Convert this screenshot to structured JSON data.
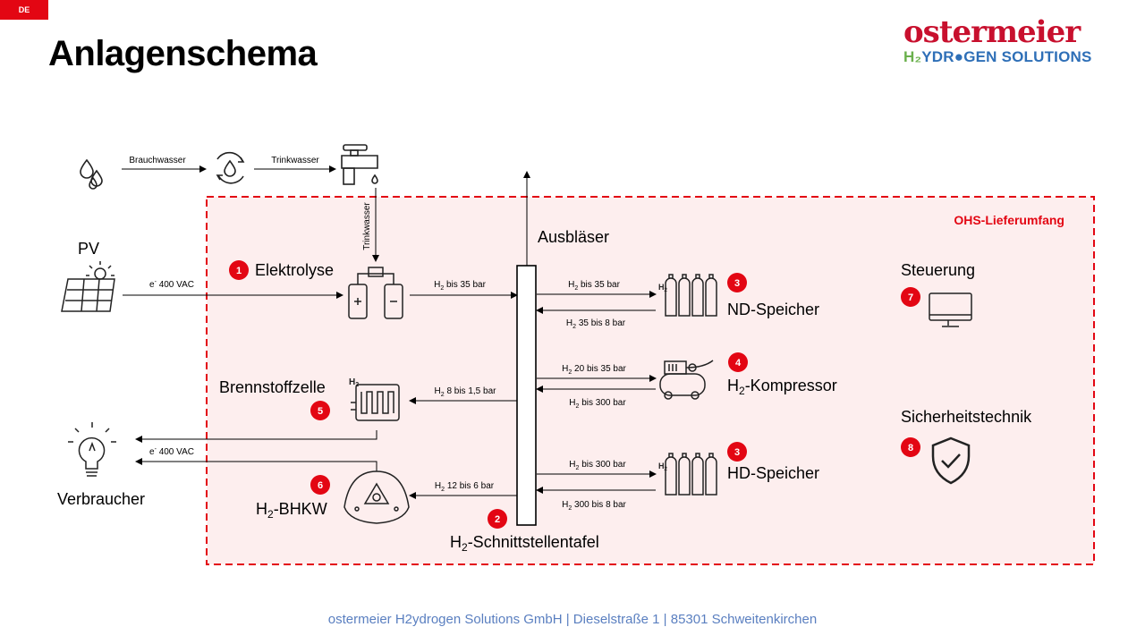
{
  "lang_badge": "DE",
  "title": "Anlagenschema",
  "logo": {
    "word": "ostermeier",
    "sub_h2": "H₂",
    "sub_rest": "YDR",
    "sub_tail": "GEN SOLUTIONS"
  },
  "scope_label": "OHS-Lieferumfang",
  "water": {
    "brauchwasser": "Brauchwasser",
    "trinkwasser_h": "Trinkwasser",
    "trinkwasser_v": "Trinkwasser"
  },
  "pv": {
    "label": "PV",
    "flow": "400 VAC",
    "flow_prefix": "e"
  },
  "components": {
    "elektrolyse": {
      "num": "1",
      "label": "Elektrolyse"
    },
    "schnittstelle": {
      "num": "2",
      "label_pre": "H",
      "label_sub": "2",
      "label_post": "-Schnittstellentafel"
    },
    "nd": {
      "num": "3",
      "label": "ND-Speicher"
    },
    "kompressor": {
      "num": "4",
      "label_pre": "H",
      "label_sub": "2",
      "label_post": "-Kompressor"
    },
    "hd": {
      "num": "3",
      "label": "HD-Speicher"
    },
    "brennstoffzelle": {
      "num": "5",
      "label": "Brennstoffzelle"
    },
    "bhkw": {
      "num": "6",
      "label_pre": "H",
      "label_sub": "2",
      "label_post": "-BHKW"
    },
    "steuerung": {
      "num": "7",
      "label": "Steuerung"
    },
    "sicherheit": {
      "num": "8",
      "label": "Sicherheitstechnik"
    }
  },
  "ausblaeser": "Ausbläser",
  "verbraucher": "Verbraucher",
  "flows": {
    "elektro_to_panel": "bis 35 bar",
    "panel_to_nd": "bis 35 bar",
    "nd_to_panel": "35 bis 8 bar",
    "panel_to_komp": "20 bis 35 bar",
    "komp_to_panel": "bis 300 bar",
    "panel_to_fc": "8 bis 1,5 bar",
    "panel_to_hd": "bis 300 bar",
    "hd_to_panel": "300 bis 8 bar",
    "panel_to_bhkw": "12 bis 6 bar",
    "to_verbraucher": "400 VAC",
    "h2_prefix": "H",
    "h2_sub": "2"
  },
  "footer": "ostermeier H2ydrogen Solutions GmbH | Dieselstraße 1 | 85301 Schweitenkirchen",
  "colors": {
    "accent_red": "#e30613",
    "scope_fill": "#fdeeee",
    "footer_blue": "#5a7fc0"
  }
}
